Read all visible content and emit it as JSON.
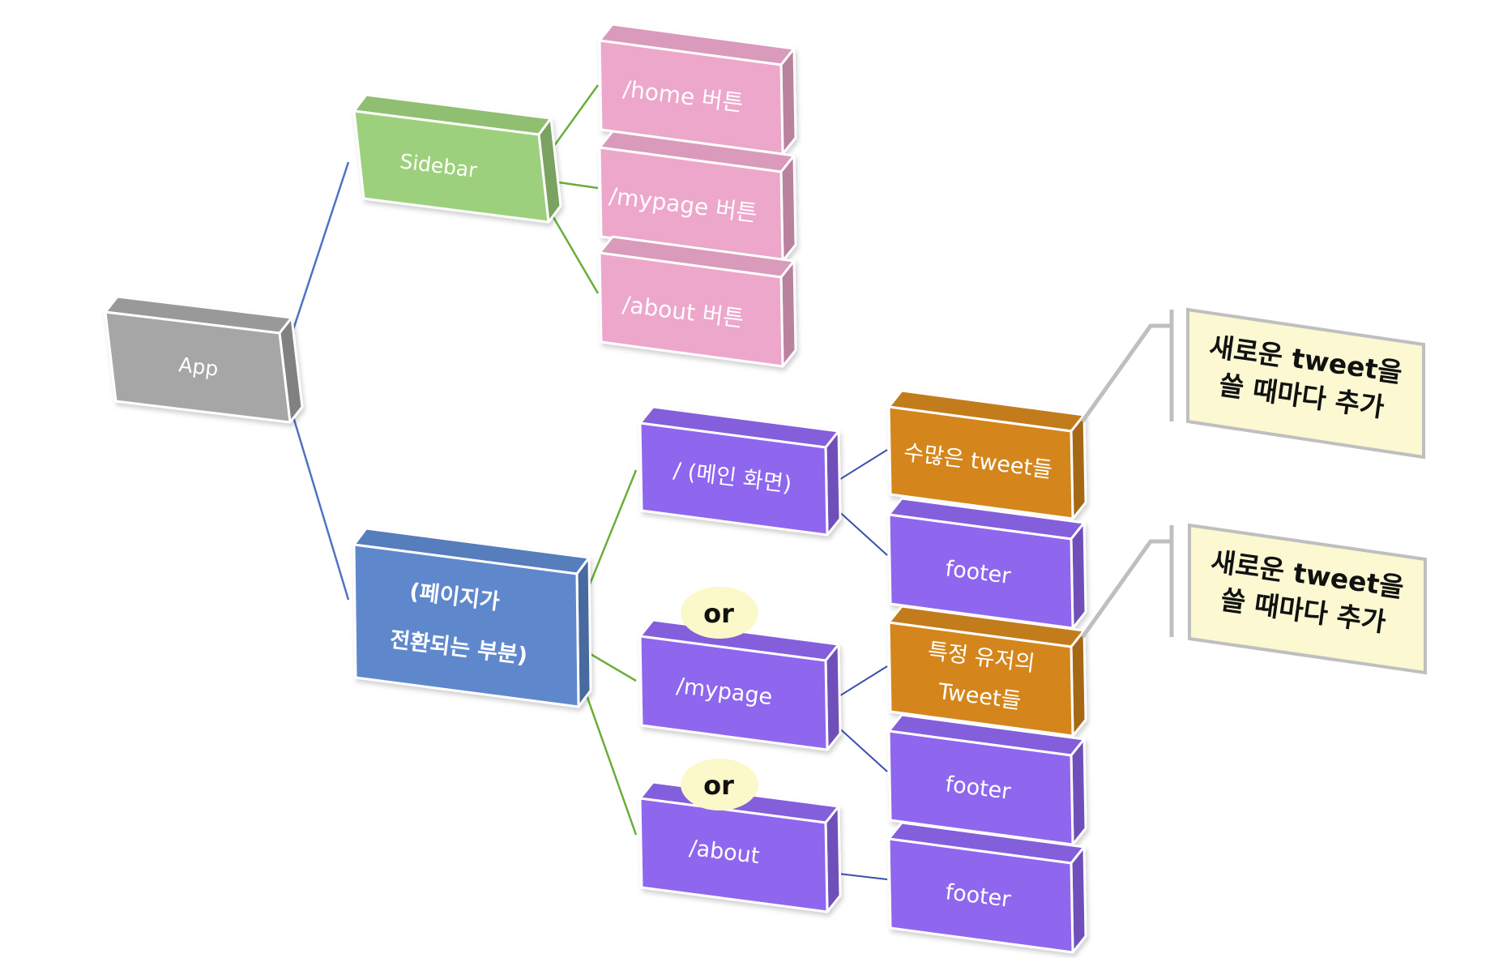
{
  "colors": {
    "app": "#a6a6a6",
    "sidebar": "#9dd07c",
    "button": "#eda7cb",
    "page_area": "#5e88cc",
    "route": "#8f66ee",
    "tweets": "#d4861e",
    "footer": "#8f66ee",
    "or_badge": "#fbf8c9",
    "note": "#fbf8d2",
    "line_green": "#6aae3a",
    "line_blue": "#4f73c3",
    "line_navy": "#3a4fa8",
    "callout": "#bfbfbf"
  },
  "nodes": {
    "app": {
      "label": "App"
    },
    "sidebar": {
      "label": "Sidebar"
    },
    "home_button": {
      "label": "/home 버튼"
    },
    "mypage_button": {
      "label": "/mypage 버튼"
    },
    "about_button": {
      "label": "/about 버튼"
    },
    "page_area": {
      "line1": "(페이지가",
      "line2": "전환되는 부분)"
    },
    "route_main": {
      "label": "/ (메인 화면)"
    },
    "route_mypage": {
      "label": "/mypage"
    },
    "route_about": {
      "label": "/about"
    },
    "main_tweets": {
      "label": "수많은 tweet들"
    },
    "main_footer": {
      "label": "footer"
    },
    "user_tweets": {
      "line1": "특정 유저의",
      "line2": "Tweet들"
    },
    "mypage_footer": {
      "label": "footer"
    },
    "about_footer": {
      "label": "footer"
    }
  },
  "or_badges": [
    "or",
    "or"
  ],
  "notes": [
    {
      "line1": "새로운 tweet을",
      "line2": "쓸 때마다 추가"
    },
    {
      "line1": "새로운 tweet을",
      "line2": "쓸 때마다 추가"
    }
  ]
}
